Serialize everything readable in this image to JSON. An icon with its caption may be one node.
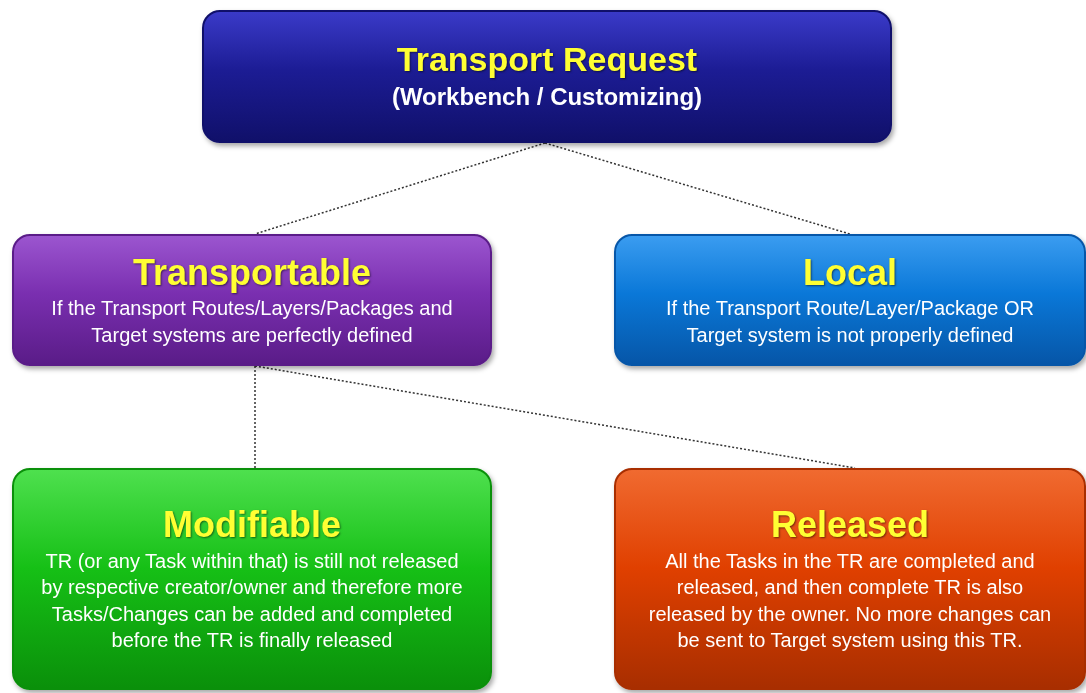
{
  "diagram": {
    "nodes": [
      {
        "text": [
          "Transport Request",
          "(Workbench / Customizing)"
        ]
      },
      {
        "text": [
          "Transportable",
          "If the Transport Routes/Layers/Packages and Target systems are perfectly defined"
        ]
      },
      {
        "text": [
          "Local",
          "If the Transport Route/Layer/Package OR Target system is not properly defined"
        ]
      },
      {
        "text": [
          "Modifiable",
          "TR (or any Task within that) is still not released by respective creator/owner and therefore more Tasks/Changes can be added and completed before the TR is finally released"
        ]
      },
      {
        "text": [
          "Released",
          "All the Tasks in the TR are completed and released, and then complete TR is also released by the owner. No more changes can be sent to Target system using this TR."
        ]
      }
    ],
    "edges": [
      {
        "from": 0,
        "to": 1,
        "arrow": "none"
      },
      {
        "from": 0,
        "to": 2,
        "arrow": "none"
      },
      {
        "from": 1,
        "to": 3,
        "arrow": "none"
      },
      {
        "from": 1,
        "to": 4,
        "arrow": "none"
      }
    ]
  }
}
